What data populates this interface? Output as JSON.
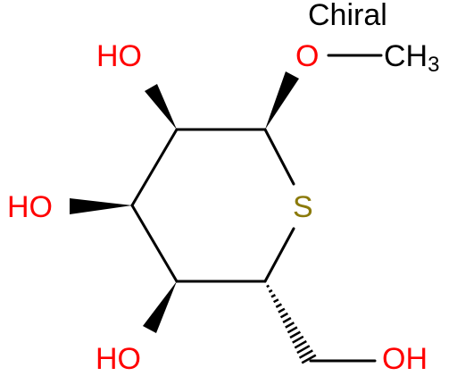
{
  "annotation": "Chiral",
  "atoms": {
    "methoxy_oxygen": "O",
    "methyl": "CH",
    "methyl_subscript": "3",
    "ring_sulfur": "S",
    "hydroxyl_c2": "HO",
    "hydroxyl_c3": "HO",
    "hydroxyl_c4": "HO",
    "hydroxyl_ch2": "OH"
  },
  "colors": {
    "bond": "#000000",
    "oxygen": "#ff0000",
    "sulfur": "#8b7a0a",
    "carbon_label": "#000000"
  }
}
